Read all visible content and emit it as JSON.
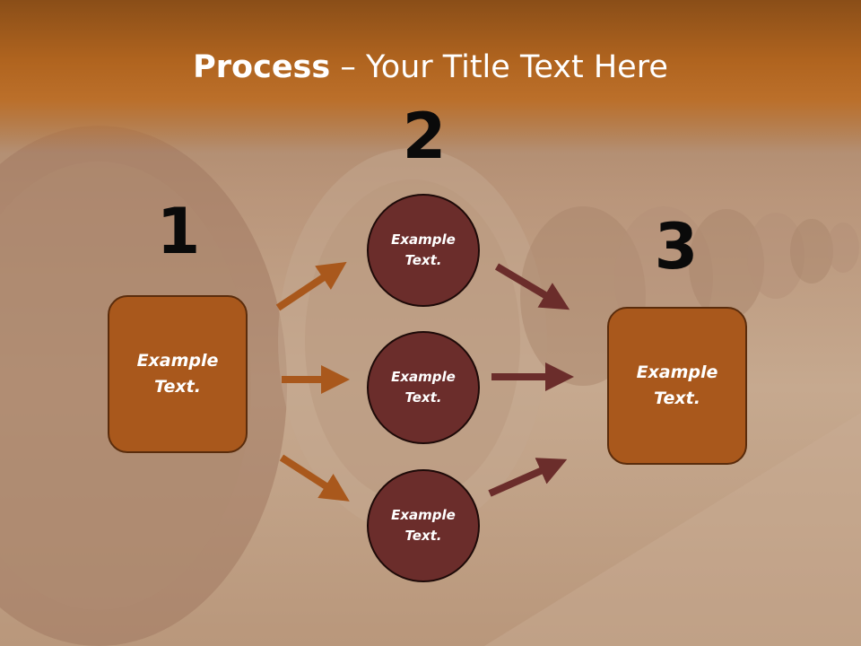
{
  "title": {
    "bold": "Process",
    "rest": " – Your Title Text Here"
  },
  "steps": {
    "one": "1",
    "two": "2",
    "three": "3"
  },
  "left_box": {
    "text": "Example Text."
  },
  "right_box": {
    "text": "Example Text."
  },
  "circles": [
    {
      "text": "Example Text."
    },
    {
      "text": "Example Text."
    },
    {
      "text": "Example Text."
    }
  ],
  "colors": {
    "box_fill": "#a9581c",
    "circle_fill": "#6b2d2b",
    "arrow_orange": "#a9581c",
    "arrow_maroon": "#6b2d2b",
    "header": "#b0641f"
  }
}
